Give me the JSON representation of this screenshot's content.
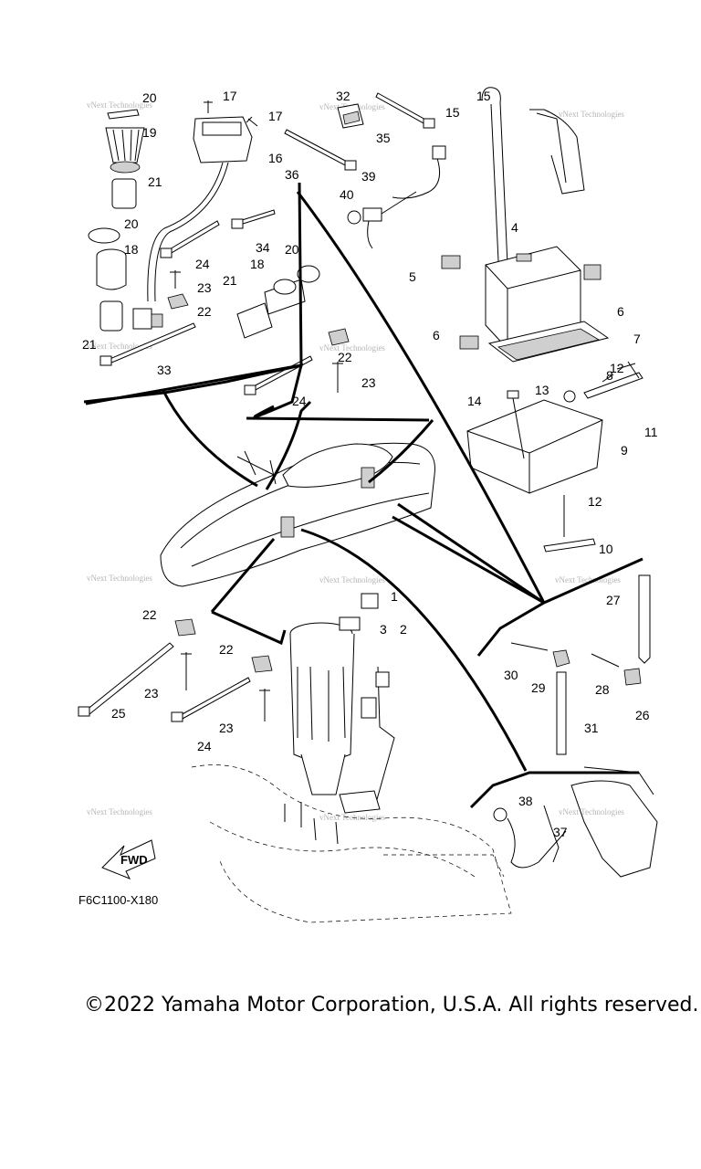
{
  "diagram_code": "F6C1100-X180",
  "copyright": "©2022 Yamaha Motor Corporation, U.S.A. All rights reserved.",
  "fwd_label": "FWD",
  "watermark": "vNext Technologies",
  "callouts": {
    "c1": "1",
    "c2": "2",
    "c3": "3",
    "c4": "4",
    "c5": "5",
    "c6a": "6",
    "c6b": "6",
    "c7": "7",
    "c8": "8",
    "c9": "9",
    "c10": "10",
    "c11": "11",
    "c12a": "12",
    "c12b": "12",
    "c13": "13",
    "c14": "14",
    "c15a": "15",
    "c15b": "15",
    "c16": "16",
    "c17a": "17",
    "c17b": "17",
    "c18a": "18",
    "c18b": "18",
    "c19": "19",
    "c20a": "20",
    "c20b": "20",
    "c20c": "20",
    "c21a": "21",
    "c21b": "21",
    "c21c": "21",
    "c22a": "22",
    "c22b": "22",
    "c22c": "22",
    "c22d": "22",
    "c23a": "23",
    "c23b": "23",
    "c23c": "23",
    "c23d": "23",
    "c24a": "24",
    "c24b": "24",
    "c24c": "24",
    "c25": "25",
    "c26": "26",
    "c27": "27",
    "c28": "28",
    "c29": "29",
    "c30": "30",
    "c31": "31",
    "c32": "32",
    "c33": "33",
    "c34": "34",
    "c35": "35",
    "c36": "36",
    "c37": "37",
    "c38": "38",
    "c39": "39",
    "c40": "40"
  }
}
